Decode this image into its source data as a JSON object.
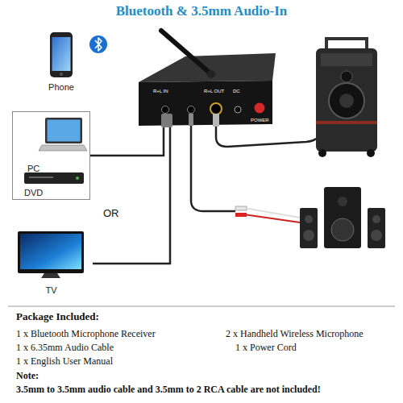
{
  "diagram": {
    "title": "Bluetooth & 3.5mm Audio-In",
    "nodes": [
      {
        "text": [
          "Phone"
        ]
      },
      {
        "text": [
          "R+L IN",
          "R+L OUT",
          "DC",
          "POWER"
        ]
      },
      {
        "text": [
          "PC",
          "DVD"
        ]
      },
      {
        "text": [
          "TV"
        ]
      }
    ],
    "edges": [
      {
        "from": 2,
        "to": 1,
        "arrow": "none"
      },
      {
        "from": 3,
        "to": 1,
        "arrow": "none"
      }
    ],
    "labels": [
      "OR",
      "Package Included:",
      "1 x Bluetooth Microphone Receiver",
      "2 x Handheld Wireless Microphone",
      "1 x 6.35mm Audio Cable",
      "1 x Power Cord",
      "1 x English User Manual",
      "Note:",
      "3.5mm to 3.5mm audio cable and 3.5mm to 2 RCA cable are not included!"
    ]
  }
}
